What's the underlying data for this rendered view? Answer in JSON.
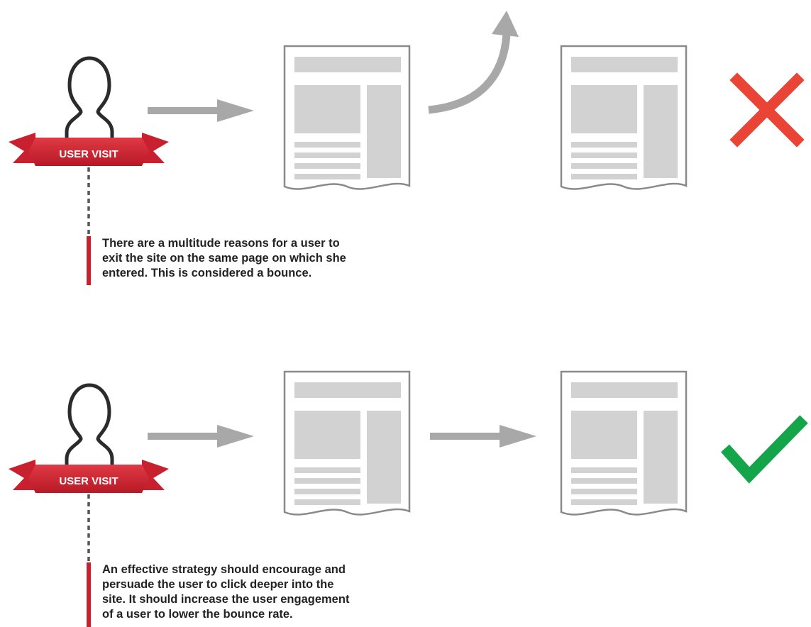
{
  "colors": {
    "accent_red": "#c8202f",
    "bounce_x": "#e94436",
    "success_check": "#14a54a",
    "arrow_gray": "#a8a8a8",
    "page_block": "#d2d2d2",
    "outline_dark": "#2b2b2b"
  },
  "scenarios": [
    {
      "outcome": "bounce",
      "badge_label": "USER VISIT",
      "outcome_icon": "cross-icon",
      "note_lines": [
        "There are a multitude reasons for a user to",
        "exit the site on the same page on which she",
        "entered. This is considered a bounce."
      ]
    },
    {
      "outcome": "engaged",
      "badge_label": "USER VISIT",
      "outcome_icon": "check-icon",
      "note_lines": [
        "An effective strategy should encourage and",
        "persuade the user to click deeper into the",
        "site. It should increase the user engagement",
        "of a user to lower the bounce rate."
      ]
    }
  ]
}
